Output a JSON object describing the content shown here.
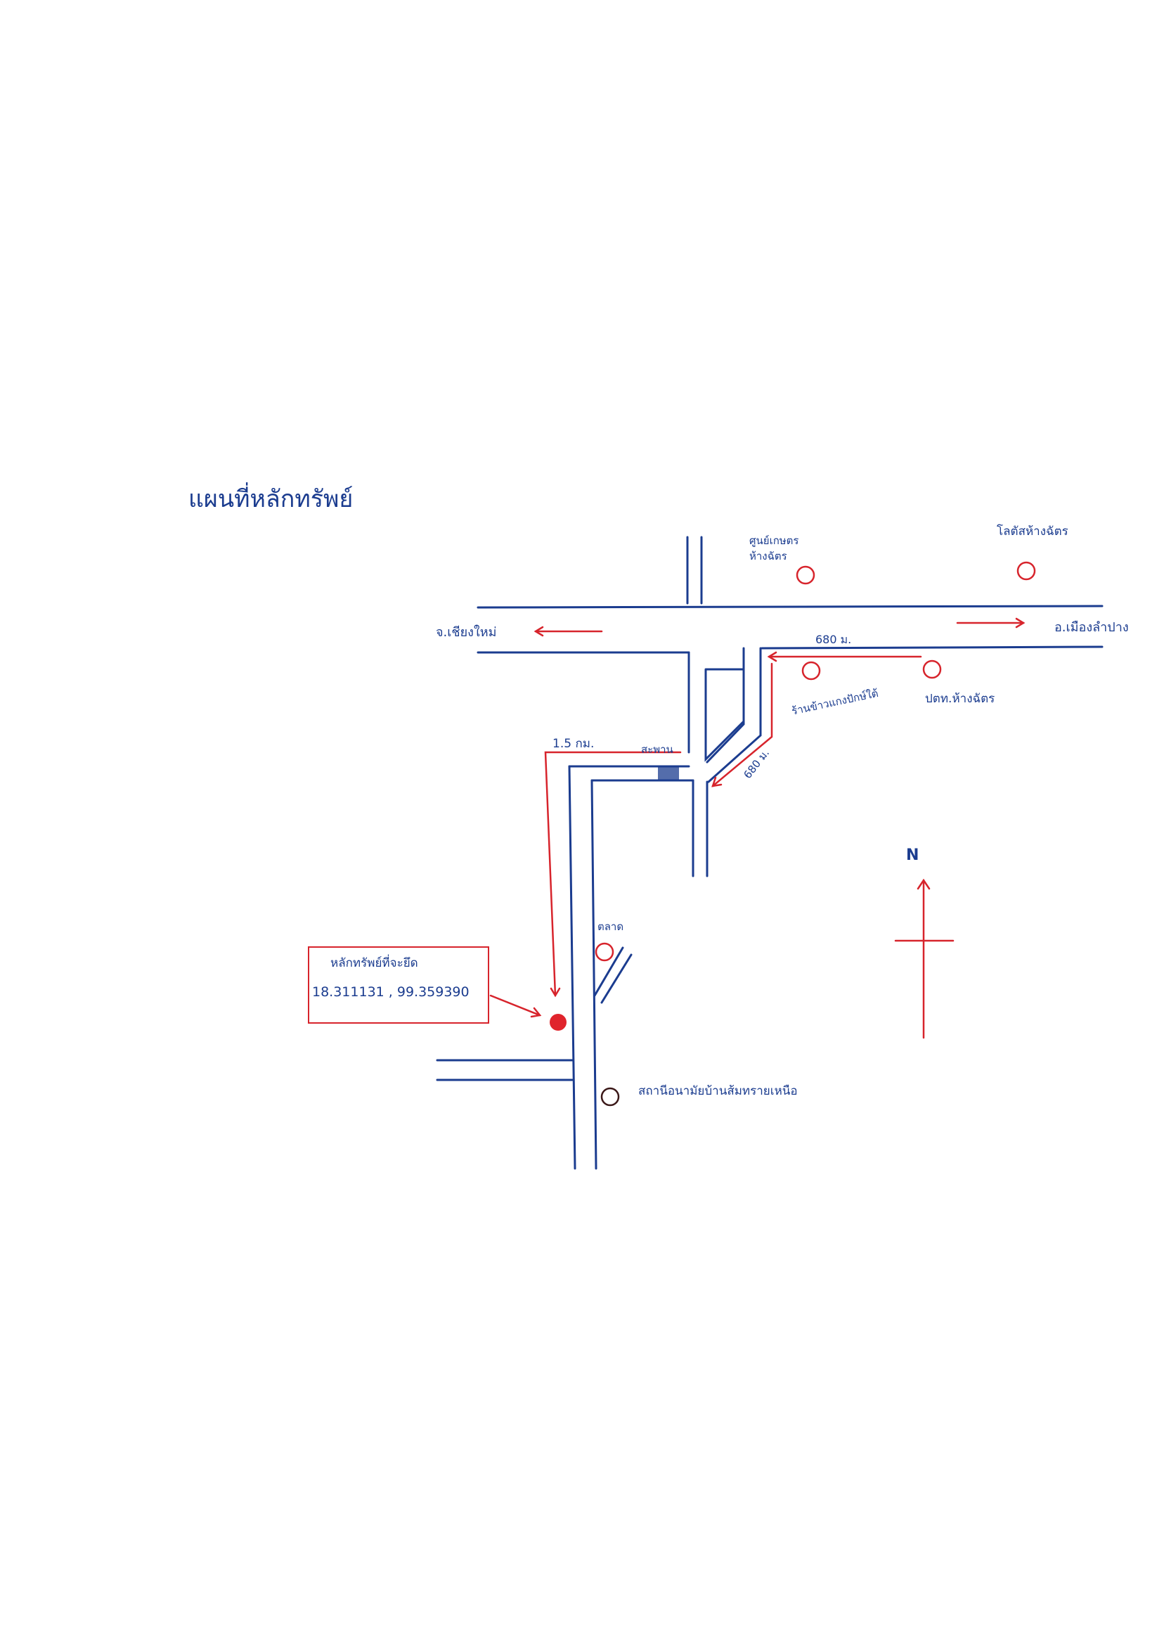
{
  "map": {
    "title": "แผนที่หลักทรัพย์",
    "places": {
      "to_chiang_mai": "จ.เชียงใหม่",
      "to_lampang": "อ.เมืองลำปาง",
      "agri_office": "ศูนย์เกษตร ห้างฉัตร",
      "lotus": "โลตัสห้างฉัตร",
      "rice_shop": "ร้านข้าวแกงปักษ์ใต้",
      "pao": "ปตท.ห้างฉัตร",
      "bridge": "สะพาน",
      "market": "ตลาด",
      "health_station": "สถานีอนามัยบ้านส้มทรายเหนือ"
    },
    "distances": {
      "top_road": "680 ม.",
      "diagonal_road": "680 ม.",
      "side_road": "1.5 กม."
    },
    "compass": {
      "north": "N"
    },
    "marker": {
      "name": "หลักทรัพย์ที่จะยึด",
      "coords": "18.311131 , 99.359390"
    },
    "colors": {
      "road": "#1b3c8f",
      "route": "#d7242c",
      "text_blue": "#1b3c8f"
    }
  }
}
